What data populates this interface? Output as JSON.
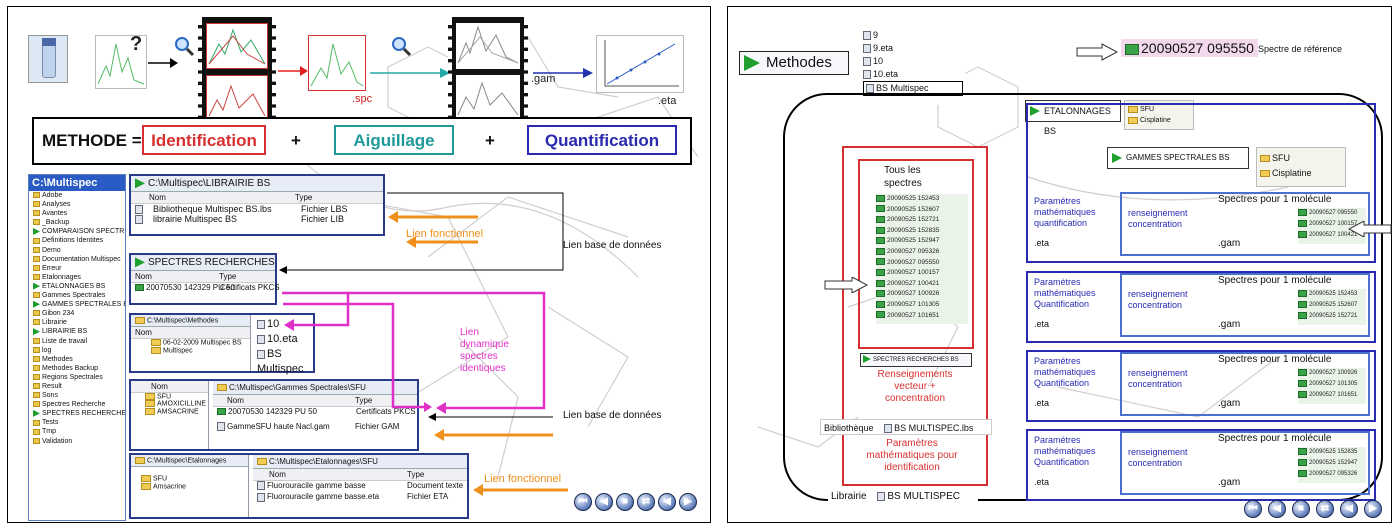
{
  "colors": {
    "red": "#d83030",
    "teal": "#1f9a9a",
    "blue": "#2a2ab0",
    "orange": "#f0901c",
    "magenta": "#e030c8",
    "arrow_red": "#e52020",
    "arrow_teal": "#22a8a8",
    "arrow_blue": "#2232b0"
  },
  "left": {
    "top": {
      "spc_label": ".spc",
      "gam_label": ".gam",
      "eta_label": ".eta",
      "question": "?"
    },
    "equation": {
      "methode": "METHODE =",
      "identification": "Identification",
      "plus1": "+",
      "aiguillage": "Aiguillage",
      "plus2": "+",
      "quantification": "Quantification"
    },
    "tree": {
      "header": "C:\\Multispec",
      "items": [
        {
          "label": "Adobe",
          "icon": "folder"
        },
        {
          "label": "Analyses",
          "icon": "folder"
        },
        {
          "label": "Avantes",
          "icon": "folder"
        },
        {
          "label": "_Backup",
          "icon": "folder"
        },
        {
          "label": "COMPARAISON SPECTRES",
          "icon": "play"
        },
        {
          "label": "Definitions Identites",
          "icon": "folder"
        },
        {
          "label": "Demo",
          "icon": "folder"
        },
        {
          "label": "Documentation Multispec",
          "icon": "folder"
        },
        {
          "label": "Erreur",
          "icon": "folder"
        },
        {
          "label": "Etalonnages",
          "icon": "folder"
        },
        {
          "label": "ETALONNAGES BS",
          "icon": "play"
        },
        {
          "label": "Gammes Spectrales",
          "icon": "folder"
        },
        {
          "label": "GAMMES SPECTRALES BS",
          "icon": "play"
        },
        {
          "label": "Gibon 234",
          "icon": "folder"
        },
        {
          "label": "Librairie",
          "icon": "folder"
        },
        {
          "label": "LIBRAIRIE BS",
          "icon": "play"
        },
        {
          "label": "Liste de travail",
          "icon": "folder"
        },
        {
          "label": "log",
          "icon": "folder"
        },
        {
          "label": "Methodes",
          "icon": "folder"
        },
        {
          "label": "Methodes Backup",
          "icon": "folder"
        },
        {
          "label": "Regions Spectrales",
          "icon": "folder"
        },
        {
          "label": "Result",
          "icon": "folder"
        },
        {
          "label": "Sons",
          "icon": "folder"
        },
        {
          "label": "Spectres Recherche",
          "icon": "folder"
        },
        {
          "label": "SPECTRES RECHERCHES BS",
          "icon": "play"
        },
        {
          "label": "Tests",
          "icon": "folder"
        },
        {
          "label": "Tmp",
          "icon": "folder"
        },
        {
          "label": "Validation",
          "icon": "folder"
        }
      ]
    },
    "librairie": {
      "path": "C:\\Multispec\\LIBRAIRIE BS",
      "col_name": "Nom",
      "col_type": "Type",
      "rows": [
        {
          "name": "Bibliotheque Multispec BS.lbs",
          "type": "Fichier LBS"
        },
        {
          "name": "librairie Multispec BS",
          "type": "Fichier LIB"
        }
      ]
    },
    "spectres": {
      "title": "SPECTRES RECHERCHES BS",
      "col_name": "Nom",
      "col_type": "Type",
      "row_name": "20070530 142329 PU 50",
      "row_type": "Certificats PKCS"
    },
    "methodes": {
      "path": "C:\\Multispec\\Methodes",
      "col_name": "Nom",
      "folder1": "06-02-2009 Multispec BS",
      "folder2": "Multispec",
      "file1": "10",
      "file2": "10.eta",
      "file3": "BS Multispec"
    },
    "gammes": {
      "col_name": "Nom",
      "path": "C:\\Multispec\\Gammes Spectrales\\SFU",
      "tree": [
        "SFU",
        "AMOXICILLINE",
        "AMSACRINE"
      ],
      "col_name2": "Nom",
      "col_type": "Type",
      "rows": [
        {
          "name": "20070530 142329 PU 50",
          "type": "Certificats PKCS"
        },
        {
          "name": "GammeSFU haute Nacl.gam",
          "type": "Fichier GAM"
        }
      ]
    },
    "etalonnages": {
      "path1": "C:\\Multispec\\Etalonnages",
      "path2": "C:\\Multispec\\Etalonnages\\SFU",
      "tree": [
        "SFU",
        "Amsacrine"
      ],
      "col_name": "Nom",
      "col_type": "Type",
      "rows": [
        {
          "name": "Fluorouracile gamme basse",
          "type": "Document texte"
        },
        {
          "name": "Fluorouracile gamme basse.eta",
          "type": "Fichier ETA"
        }
      ]
    },
    "annotations": {
      "lien_fonctionnel_1": "Lien fonctionnel",
      "lien_base_1": "Lien base de données",
      "lien_dynamique": "Lien\ndynamique\nspectres\nidentiques",
      "lien_base_2": "Lien base de données",
      "lien_fonctionnel_2": "Lien fonctionnel"
    }
  },
  "right": {
    "methodes_label": "Methodes",
    "file_list": [
      "9",
      "9.eta",
      "10",
      "10.eta",
      "BS Multispec"
    ],
    "ref_spectrum": "20090527 095550",
    "ref_caption": "Spectre de référence",
    "etalonnages": "ETALONNAGES BS",
    "etal_items": [
      "SFU",
      "Cisplatine"
    ],
    "gammes": "GAMMES SPECTRALES BS",
    "gammes_items": [
      "SFU",
      "Cisplatine"
    ],
    "tous_les_spectres": "Tous les spectres",
    "spectra": [
      "20090525 152453",
      "20090525 152607",
      "20090525 152721",
      "20090525 152835",
      "20090525 152947",
      "20090527 095326",
      "20090527 095550",
      "20090527 100157",
      "20090527 100421",
      "20090527 100926",
      "20090527 101305",
      "20090527 101651"
    ],
    "spectres_recherches": "SPECTRES RECHERCHES BS",
    "renseignements": "Renseignements vecteur + concentration",
    "bibliotheque": "Bibliothèque",
    "lib_file": "BS MULTISPEC.lbs",
    "param_ident": "Paramètres mathématiques pour identification",
    "librairie": "Librairie",
    "lib_name": "BS MULTISPEC",
    "blocks": [
      {
        "param": "Paramétres mathématiques quantification",
        "eta": ".eta",
        "rens": "renseignement concentration",
        "spectres": "Spectres pour 1 molécule",
        "gam": ".gam",
        "items": [
          "20090527 095550",
          "20090527 100157",
          "20090527 100421"
        ]
      },
      {
        "param": "Paramétres mathématiques Quantification",
        "eta": ".eta",
        "rens": "renseignement concentration",
        "spectres": "Spectres pour 1 molécule",
        "gam": ".gam",
        "items": [
          "20090525 152453",
          "20090525 152607",
          "20090525 152721"
        ]
      },
      {
        "param": "Paramétres mathématiques Quantification",
        "eta": ".eta",
        "rens": "renseignement concentration",
        "spectres": "Spectres pour 1 molécule",
        "gam": ".gam",
        "items": [
          "20090527 100926",
          "20090527 101305",
          "20090527 101651"
        ]
      },
      {
        "param": "Paramétres mathématiques Quantification",
        "eta": ".eta",
        "rens": "renseignement concentration",
        "spectres": "Spectres pour 1 molécule",
        "gam": ".gam",
        "items": [
          "20090525 152835",
          "20090525 152947",
          "20090527 095326"
        ]
      }
    ]
  },
  "nav_buttons": [
    "⏮",
    "◀",
    "■",
    "⇄",
    "◀",
    "▶"
  ]
}
